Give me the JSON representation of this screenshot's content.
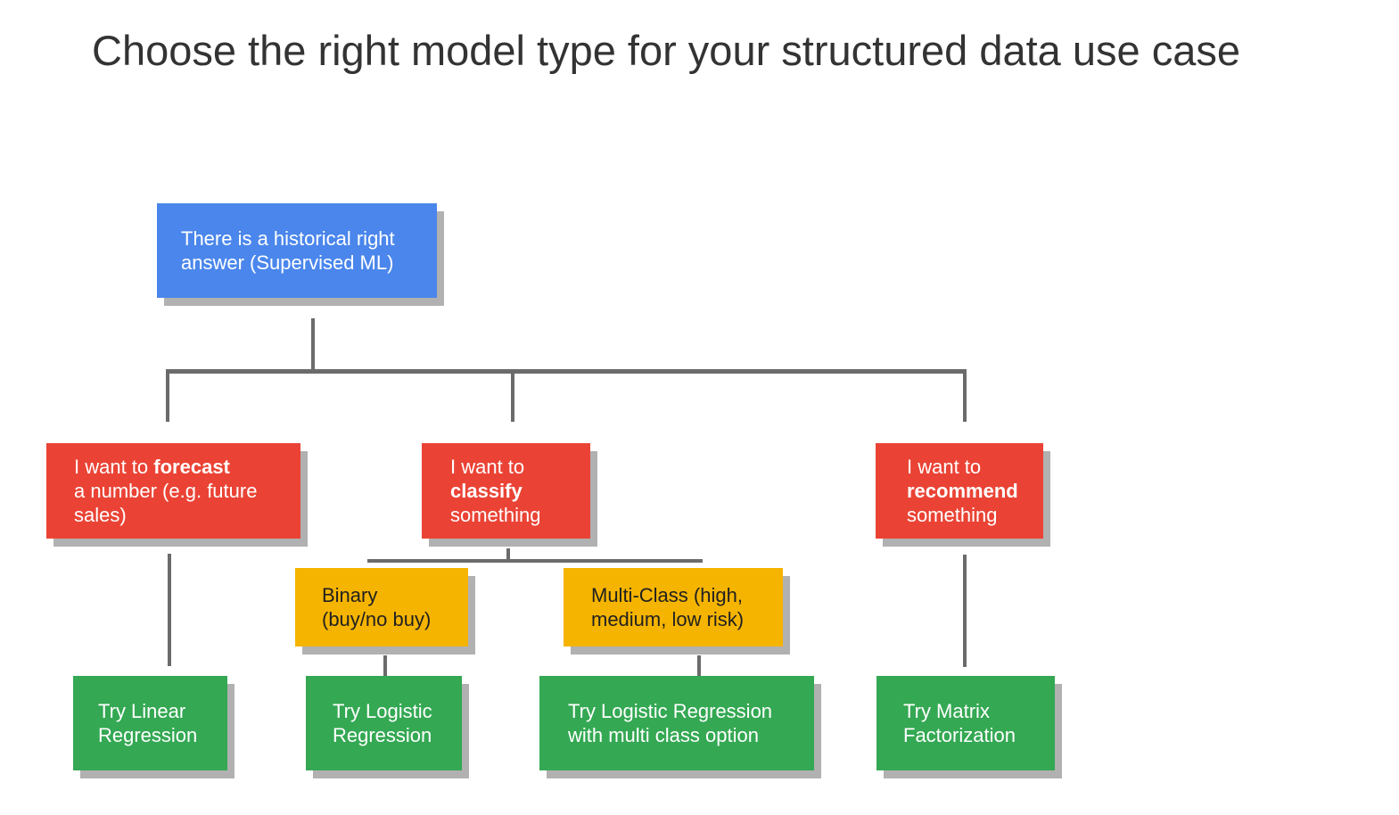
{
  "title": "Choose the right model type for your structured data use case",
  "colors": {
    "background": "#ffffff",
    "blue": "#4a86ec",
    "red": "#ea4335",
    "yellow": "#f5b400",
    "green": "#34a853",
    "line": "#6b6b6b",
    "shadow": "#b1b1b1",
    "title-text": "#333333",
    "box-text-dark": "#212121"
  },
  "nodes": {
    "root": {
      "text": "There is a historical right\nanswer (Supervised ML)"
    },
    "forecast": {
      "pre": "I want to ",
      "bold": "forecast",
      "post": "\na number (e.g. future\nsales)"
    },
    "classify": {
      "pre": "I want to\n",
      "bold": "classify",
      "post": "\nsomething"
    },
    "recommend": {
      "pre": "I want to\n",
      "bold": "recommend",
      "post": "\nsomething"
    },
    "binary": {
      "text": "Binary\n(buy/no buy)"
    },
    "multiclass": {
      "text": "Multi-Class (high,\nmedium, low risk)"
    },
    "linear": {
      "text": "Try Linear\nRegression"
    },
    "logistic": {
      "text": "Try Logistic\nRegression"
    },
    "logistic_multi": {
      "text": "Try Logistic Regression\nwith multi class option"
    },
    "matrix": {
      "text": "Try Matrix\nFactorization"
    }
  }
}
